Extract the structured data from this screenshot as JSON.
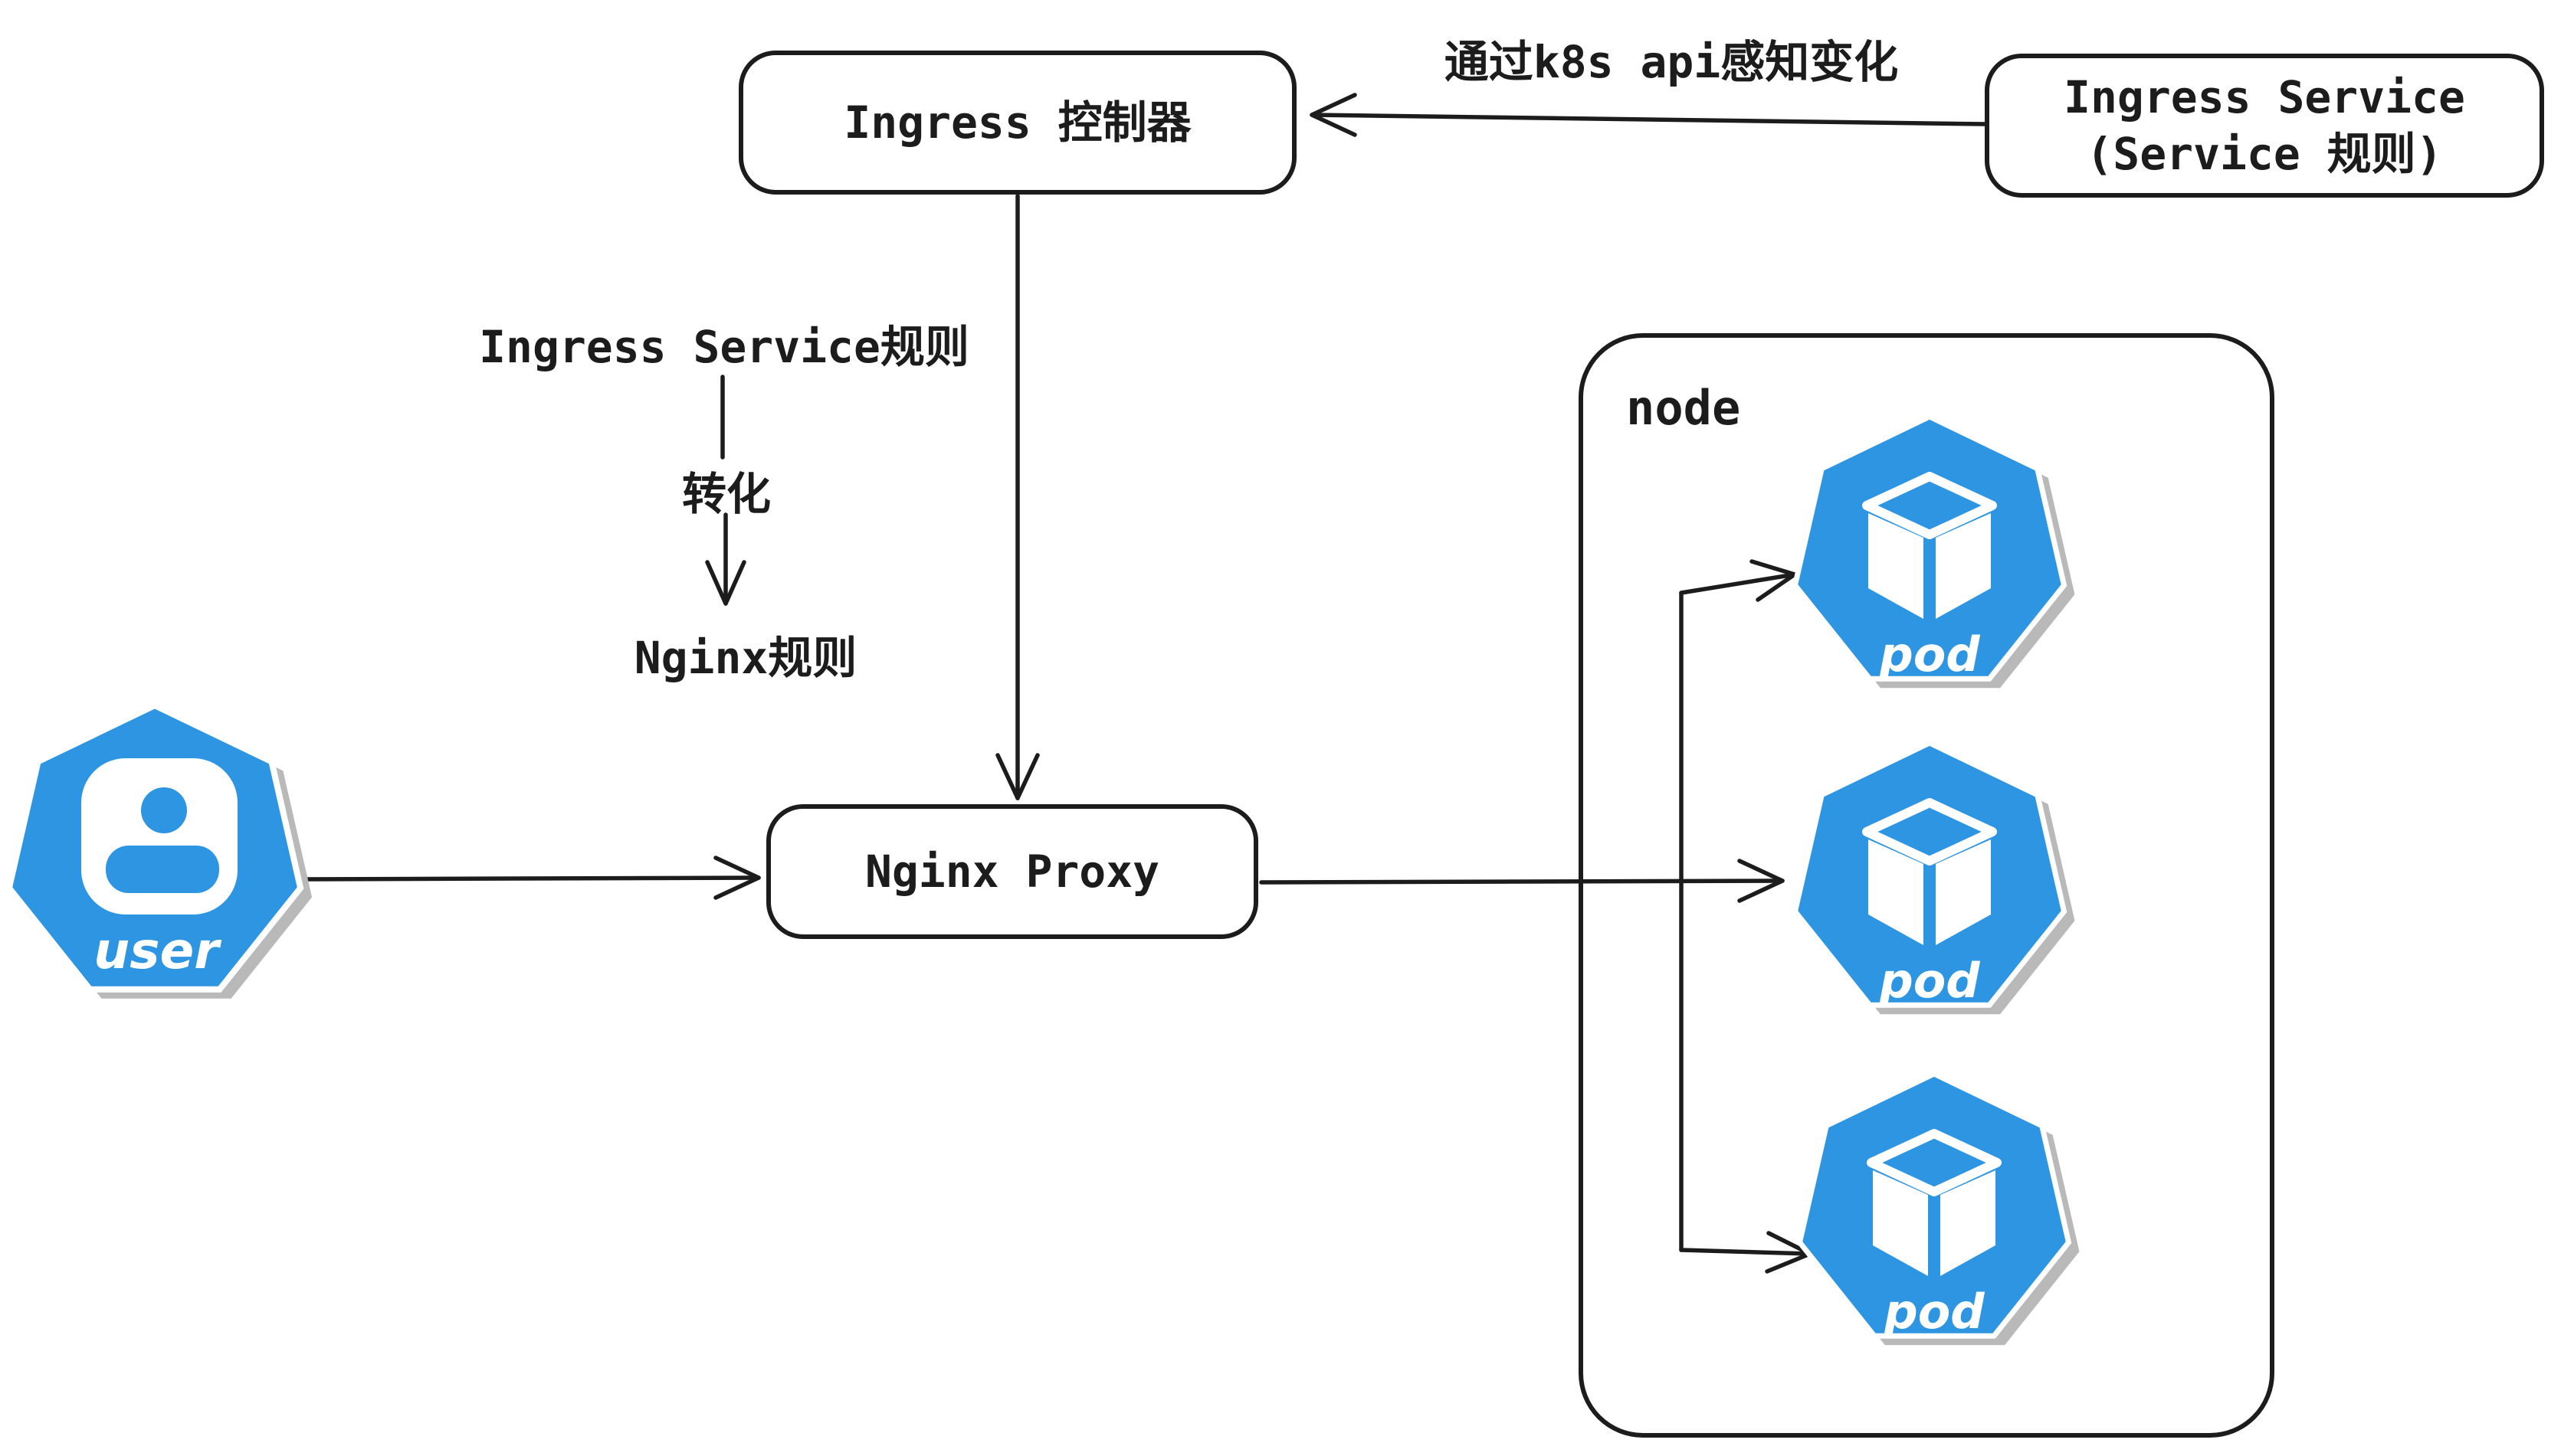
{
  "canvas": {
    "background": "#ffffff",
    "stroke_color": "#1c1c1c",
    "accent_blue": "#2d95e1",
    "shadow_gray": "#b9b9b9",
    "icon_glyph_white": "#ffffff"
  },
  "boxes": {
    "ingress_controller": {
      "label": "Ingress 控制器"
    },
    "ingress_service": {
      "line1": "Ingress Service",
      "line2": "(Service 规则)"
    },
    "nginx_proxy": {
      "label": "Nginx Proxy"
    },
    "node": {
      "label": "node"
    }
  },
  "icons": {
    "user": {
      "label": "user"
    },
    "pods": [
      {
        "label": "pod"
      },
      {
        "label": "pod"
      },
      {
        "label": "pod"
      }
    ]
  },
  "annotations": {
    "k8s_api": "通过k8s api感知变化",
    "ingress_service_rule": "Ingress Service规则",
    "transform": "转化",
    "nginx_rule": "Nginx规则"
  }
}
